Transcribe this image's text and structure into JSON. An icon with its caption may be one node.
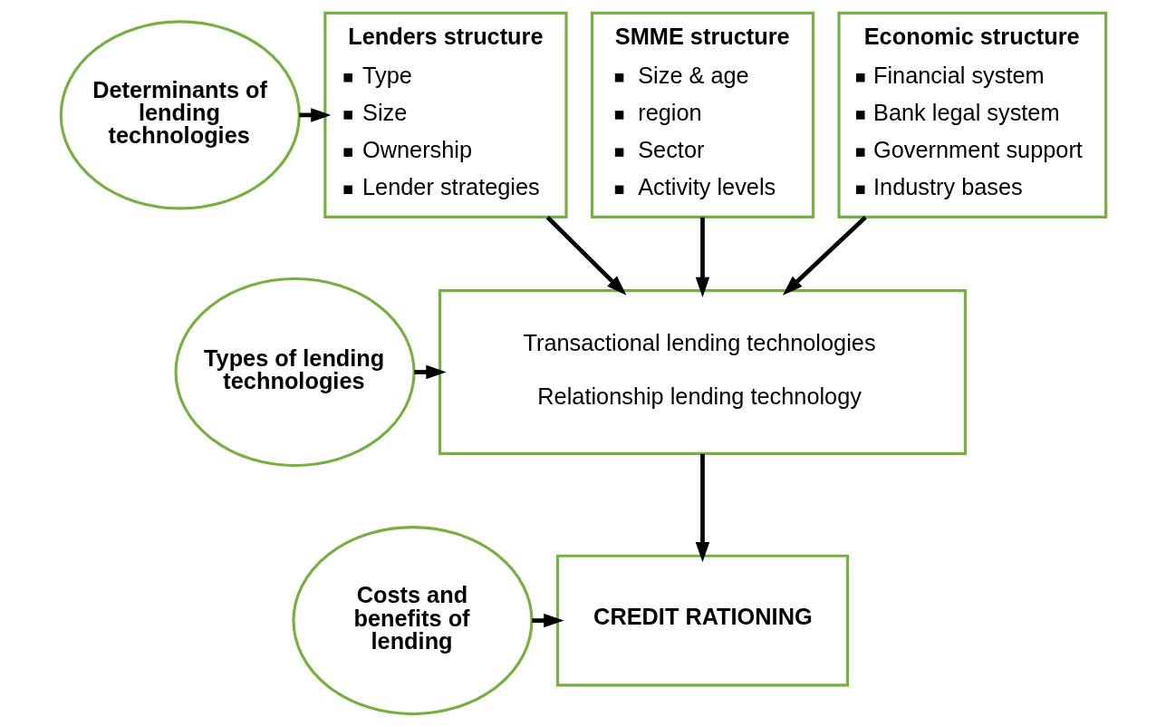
{
  "diagram": {
    "nodes": [
      {
        "text": [
          "Determinants of lending technologies"
        ]
      },
      {
        "text": [
          "Lenders structure",
          "Type",
          "Size",
          "Ownership",
          "Lender strategies"
        ]
      },
      {
        "text": [
          "SMME structure",
          "Size & age",
          "region",
          "Sector",
          "Activity levels"
        ]
      },
      {
        "text": [
          "Economic structure",
          "Financial system",
          "Bank legal system",
          "Government support",
          "Industry bases"
        ]
      },
      {
        "text": [
          "Types of lending technologies"
        ]
      },
      {
        "text": [
          "Transactional lending technologies",
          "Relationship lending technology"
        ]
      },
      {
        "text": [
          "Costs and benefits of lending"
        ]
      },
      {
        "text": [
          "CREDIT RATIONING"
        ]
      }
    ],
    "edges": [
      {
        "from": 0,
        "to": 1,
        "arrow": "to"
      },
      {
        "from": 1,
        "to": 5,
        "arrow": "to"
      },
      {
        "from": 2,
        "to": 5,
        "arrow": "to"
      },
      {
        "from": 3,
        "to": 5,
        "arrow": "to"
      },
      {
        "from": 4,
        "to": 5,
        "arrow": "to"
      },
      {
        "from": 5,
        "to": 7,
        "arrow": "to"
      },
      {
        "from": 6,
        "to": 7,
        "arrow": "to"
      }
    ]
  }
}
